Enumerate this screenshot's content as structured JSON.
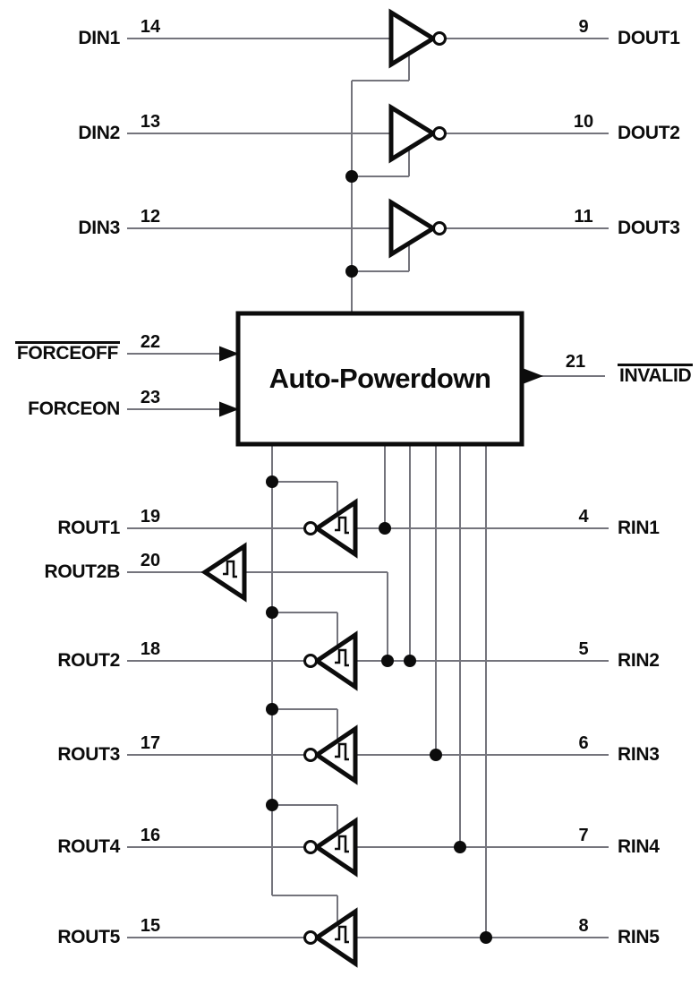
{
  "figure": {
    "title": "Auto-Powerdown transceiver logic diagram",
    "background_color": "#ffffff",
    "wire_color": "#74747c",
    "ink_color": "#0c0c0c"
  },
  "block": {
    "label": "Auto-Powerdown"
  },
  "drivers": {
    "d1": {
      "input": "DIN1",
      "input_pin": "14",
      "output": "DOUT1",
      "output_pin": "9"
    },
    "d2": {
      "input": "DIN2",
      "input_pin": "13",
      "output": "DOUT2",
      "output_pin": "10"
    },
    "d3": {
      "input": "DIN3",
      "input_pin": "12",
      "output": "DOUT3",
      "output_pin": "11"
    }
  },
  "controls": {
    "forceoff": {
      "label": "FORCEOFF",
      "pin": "22",
      "active_low": true
    },
    "forceon": {
      "label": "FORCEON",
      "pin": "23",
      "active_low": false
    },
    "invalid": {
      "label": "INVALID",
      "pin": "21",
      "active_low": true
    }
  },
  "receivers": {
    "r1": {
      "output": "ROUT1",
      "output_pin": "19",
      "input": "RIN1",
      "input_pin": "4"
    },
    "r2b": {
      "output": "ROUT2B",
      "output_pin": "20"
    },
    "r2": {
      "output": "ROUT2",
      "output_pin": "18",
      "input": "RIN2",
      "input_pin": "5"
    },
    "r3": {
      "output": "ROUT3",
      "output_pin": "17",
      "input": "RIN3",
      "input_pin": "6"
    },
    "r4": {
      "output": "ROUT4",
      "output_pin": "16",
      "input": "RIN4",
      "input_pin": "7"
    },
    "r5": {
      "output": "ROUT5",
      "output_pin": "15",
      "input": "RIN5",
      "input_pin": "8"
    }
  }
}
